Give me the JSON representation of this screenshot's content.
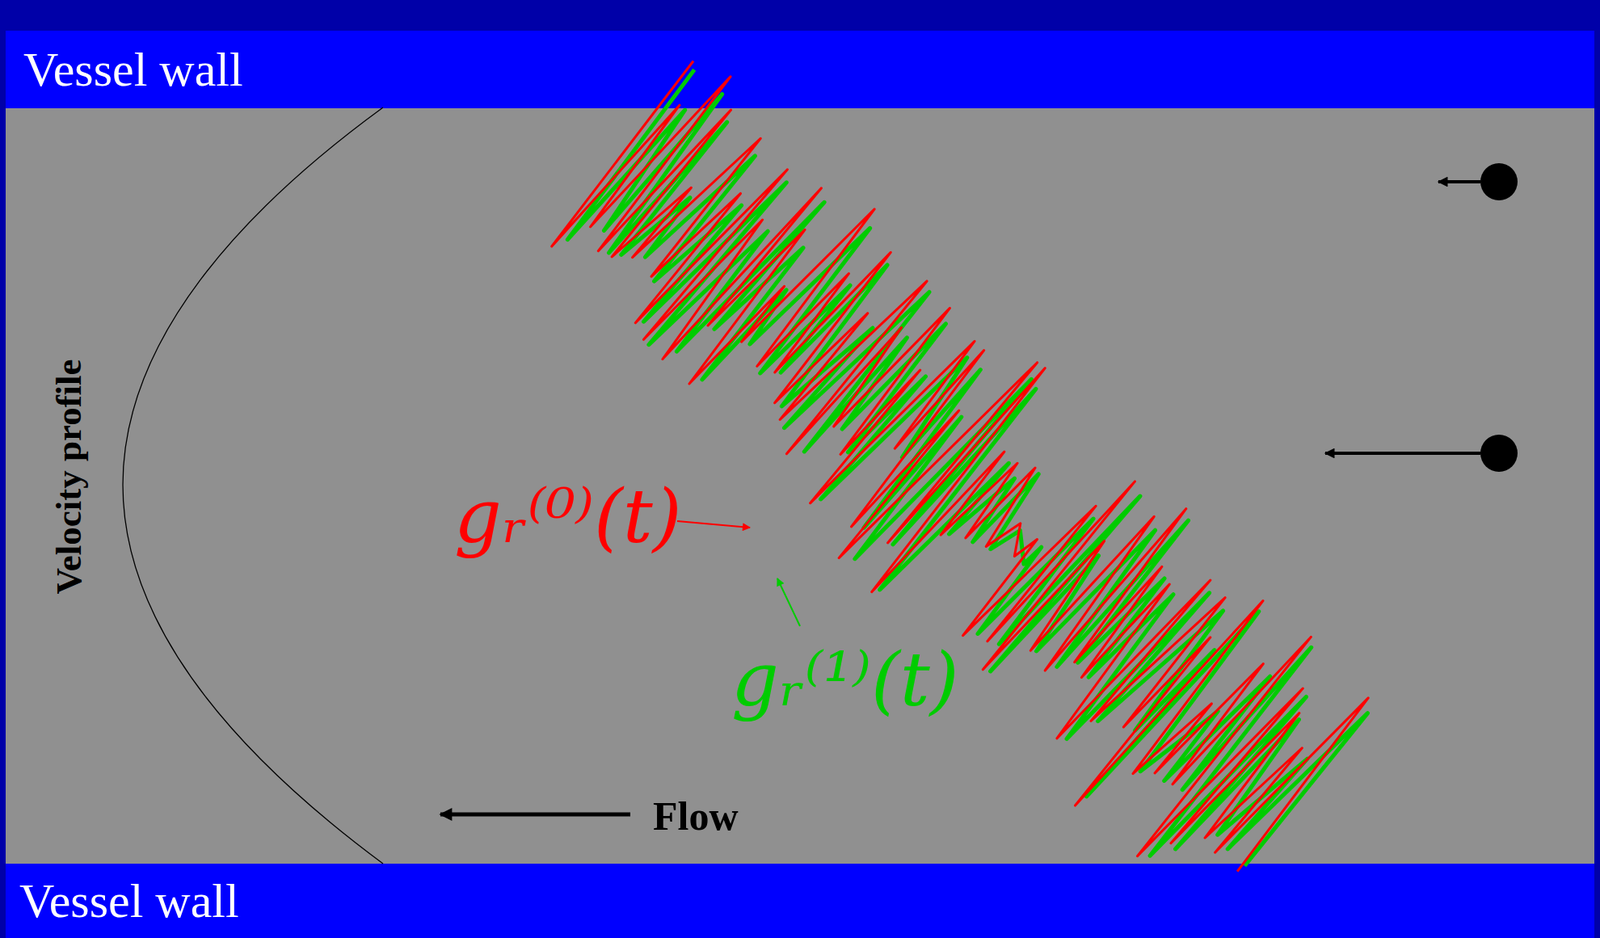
{
  "diagram": {
    "nodes": [
      {
        "text": [
          "Vessel wall"
        ]
      },
      {
        "text": [
          "Vessel wall"
        ]
      }
    ],
    "labels": [
      "Velocity profile",
      "Flow",
      "gᵣ⁽⁰⁾(t)",
      "gᵣ⁽¹⁾(t)"
    ]
  }
}
